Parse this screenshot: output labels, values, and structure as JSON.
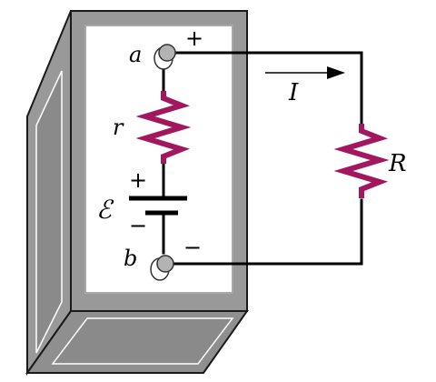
{
  "labels": {
    "terminal_a": "a",
    "terminal_b": "b",
    "plus_a": "+",
    "minus_b": "−",
    "internal_resistance": "r",
    "battery_plus": "+",
    "battery_minus": "−",
    "emf": "ℰ",
    "external_resistance": "R",
    "current": "I"
  },
  "colors": {
    "box_fill": "#999999",
    "box_dark": "#6b6b6b",
    "box_outline": "#1a1a1a",
    "panel_fill": "#ffffff",
    "panel_border": "#a8a8a8",
    "wire": "#000000",
    "resistor": "#a3175e",
    "terminal": "#b3b3b3"
  }
}
